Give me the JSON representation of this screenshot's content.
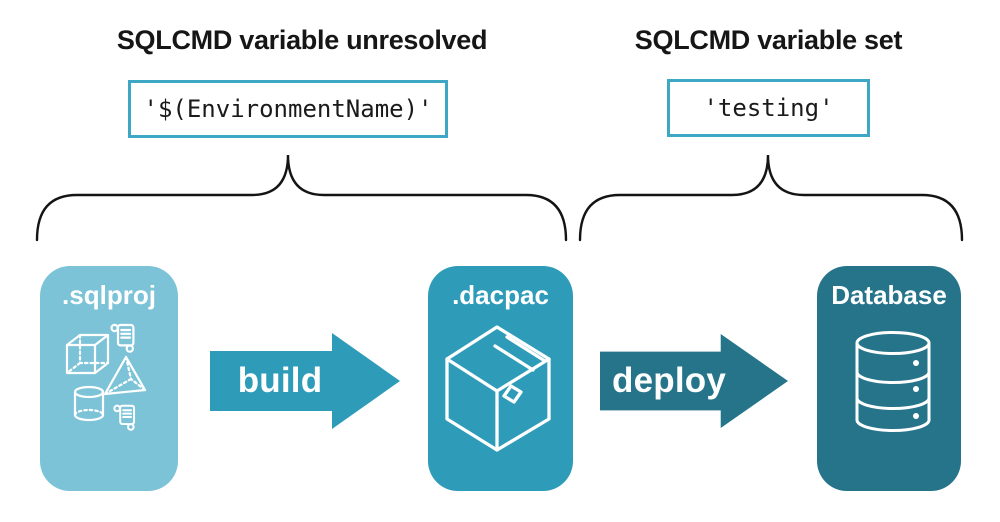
{
  "diagram": {
    "background": "#ffffff",
    "left_annotation": {
      "heading": "SQLCMD variable unresolved",
      "code": "'$(EnvironmentName)'"
    },
    "right_annotation": {
      "heading": "SQLCMD variable set",
      "code": "'testing'"
    },
    "stages": [
      {
        "label": ".sqlproj",
        "icon": "sql-objects-icon",
        "fill": "#7cc3d7"
      },
      {
        "label": ".dacpac",
        "icon": "package-box-icon",
        "fill": "#2e9cb9"
      },
      {
        "label": "Database",
        "icon": "database-cylinder-icon",
        "fill": "#26748a"
      }
    ],
    "arrows": [
      {
        "label": "build",
        "fill": "#2e9cb9"
      },
      {
        "label": "deploy",
        "fill": "#26748a"
      }
    ],
    "colors": {
      "code_border": "#3ea7c4",
      "heading_text": "#161616",
      "code_text": "#1a1a1a",
      "brace_stroke": "#141414",
      "icon_stroke": "#ffffff"
    }
  }
}
